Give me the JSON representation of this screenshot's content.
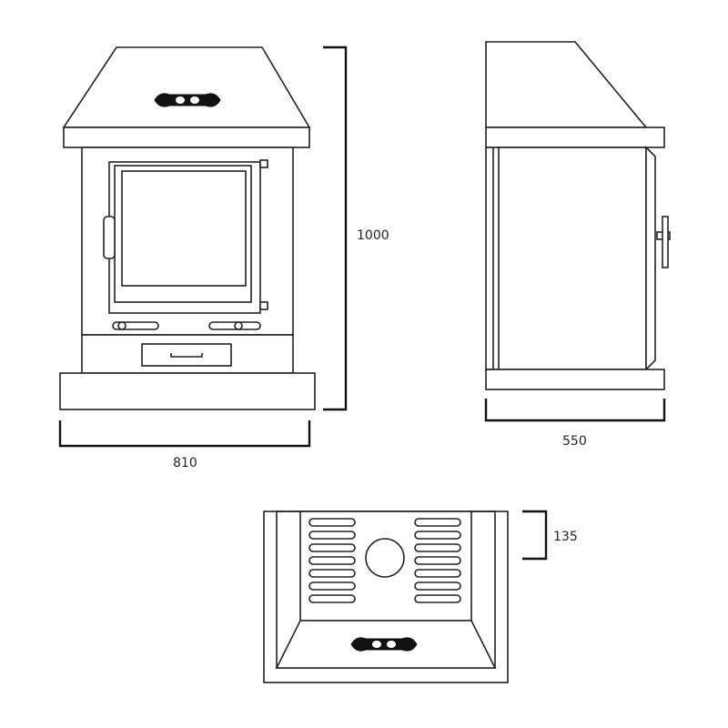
{
  "dimensions": {
    "height": "1000",
    "width": "810",
    "depth": "550",
    "flue_offset": "135"
  },
  "colors": {
    "line": "#222222",
    "background": "#ffffff"
  }
}
